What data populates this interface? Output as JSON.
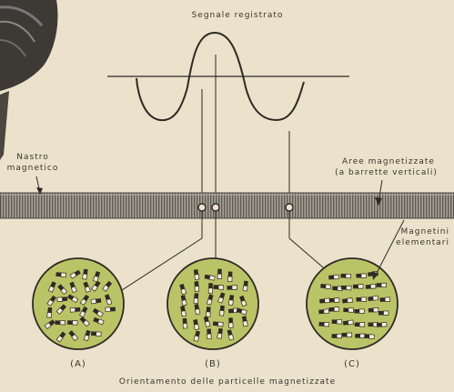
{
  "diagram": {
    "signal_label": "Segnale registrato",
    "tape_label_line1": "Nastro",
    "tape_label_line2": "magnetico",
    "areas_label_line1": "Aree magnetizzate",
    "areas_label_line2": "(a barrette verticali)",
    "magnets_label_line1": "Magnetini",
    "magnets_label_line2": "elementari",
    "circle_labels": [
      "(A)",
      "(B)",
      "(C)"
    ],
    "caption": "Orientamento delle particelle magnetizzate"
  },
  "colors": {
    "paper": "#ece2cc",
    "ink": "#2e2a24",
    "tape": "#8a857c",
    "circle_fill": "#b9c466"
  }
}
